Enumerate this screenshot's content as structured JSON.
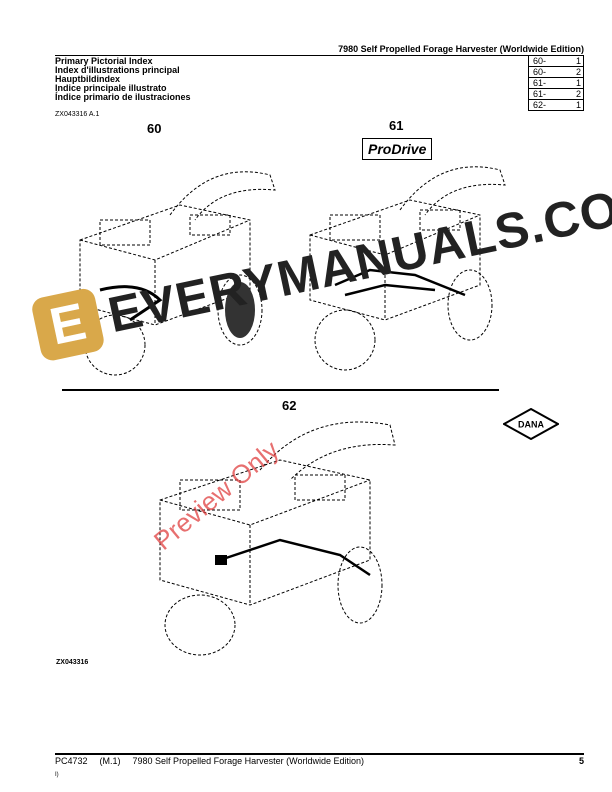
{
  "header": {
    "title": "7980 Self Propelled Forage Harvester (Worldwide Edition)"
  },
  "index_titles": [
    "Primary Pictorial Index",
    "Index d'illustrations principal",
    "Hauptbildindex",
    "Indice principale illustrato",
    "Índice primario de ilustraciones"
  ],
  "reference_code": "ZX043316 A.1",
  "index_table": [
    {
      "group": "60-",
      "num": "1"
    },
    {
      "group": "60-",
      "num": "2"
    },
    {
      "group": "61-",
      "num": "1"
    },
    {
      "group": "61-",
      "num": "2"
    },
    {
      "group": "62-",
      "num": "1"
    }
  ],
  "figures": {
    "fig60": "60",
    "fig61": "61",
    "fig62": "62",
    "prodrive": "ProDrive",
    "dana": "DANA",
    "image_code": "ZX043316"
  },
  "watermark": {
    "logo": "E",
    "text": "EVERYMANUALS.COM",
    "preview": "Preview Only"
  },
  "footer": {
    "doc": "PC4732",
    "rev": "(M.1)",
    "title": "7980 Self Propelled Forage Harvester (Worldwide Edition)",
    "page": "5",
    "small": "I)"
  }
}
